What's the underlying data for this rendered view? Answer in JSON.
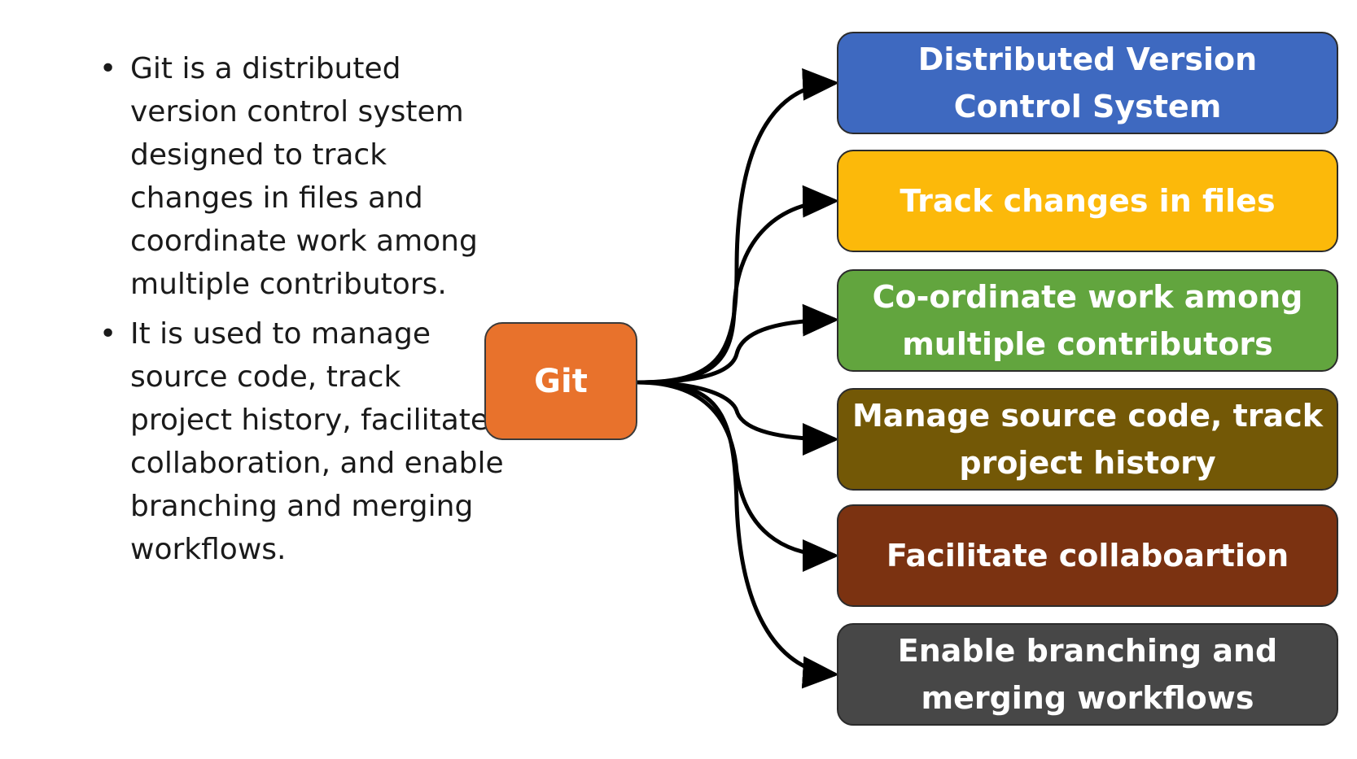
{
  "bullets": [
    "Git is a distributed version control system designed to track changes in files and coordinate work among multiple contributors.",
    "It is used to manage source code, track project history, facilitate collaboration, and enable branching and merging workflows."
  ],
  "hub": {
    "label": "Git",
    "color": "#E8722C"
  },
  "boxes": [
    {
      "label": "Distributed Version Control System",
      "color": "#3E69C0"
    },
    {
      "label": "Track changes in files",
      "color": "#FCB90A"
    },
    {
      "label": "Co-ordinate work among multiple contributors",
      "color": "#62A53E"
    },
    {
      "label": "Manage source code, track project history",
      "color": "#735806"
    },
    {
      "label": "Facilitate collaboartion",
      "color": "#7B3211"
    },
    {
      "label": "Enable branching and merging workflows",
      "color": "#474747"
    }
  ]
}
